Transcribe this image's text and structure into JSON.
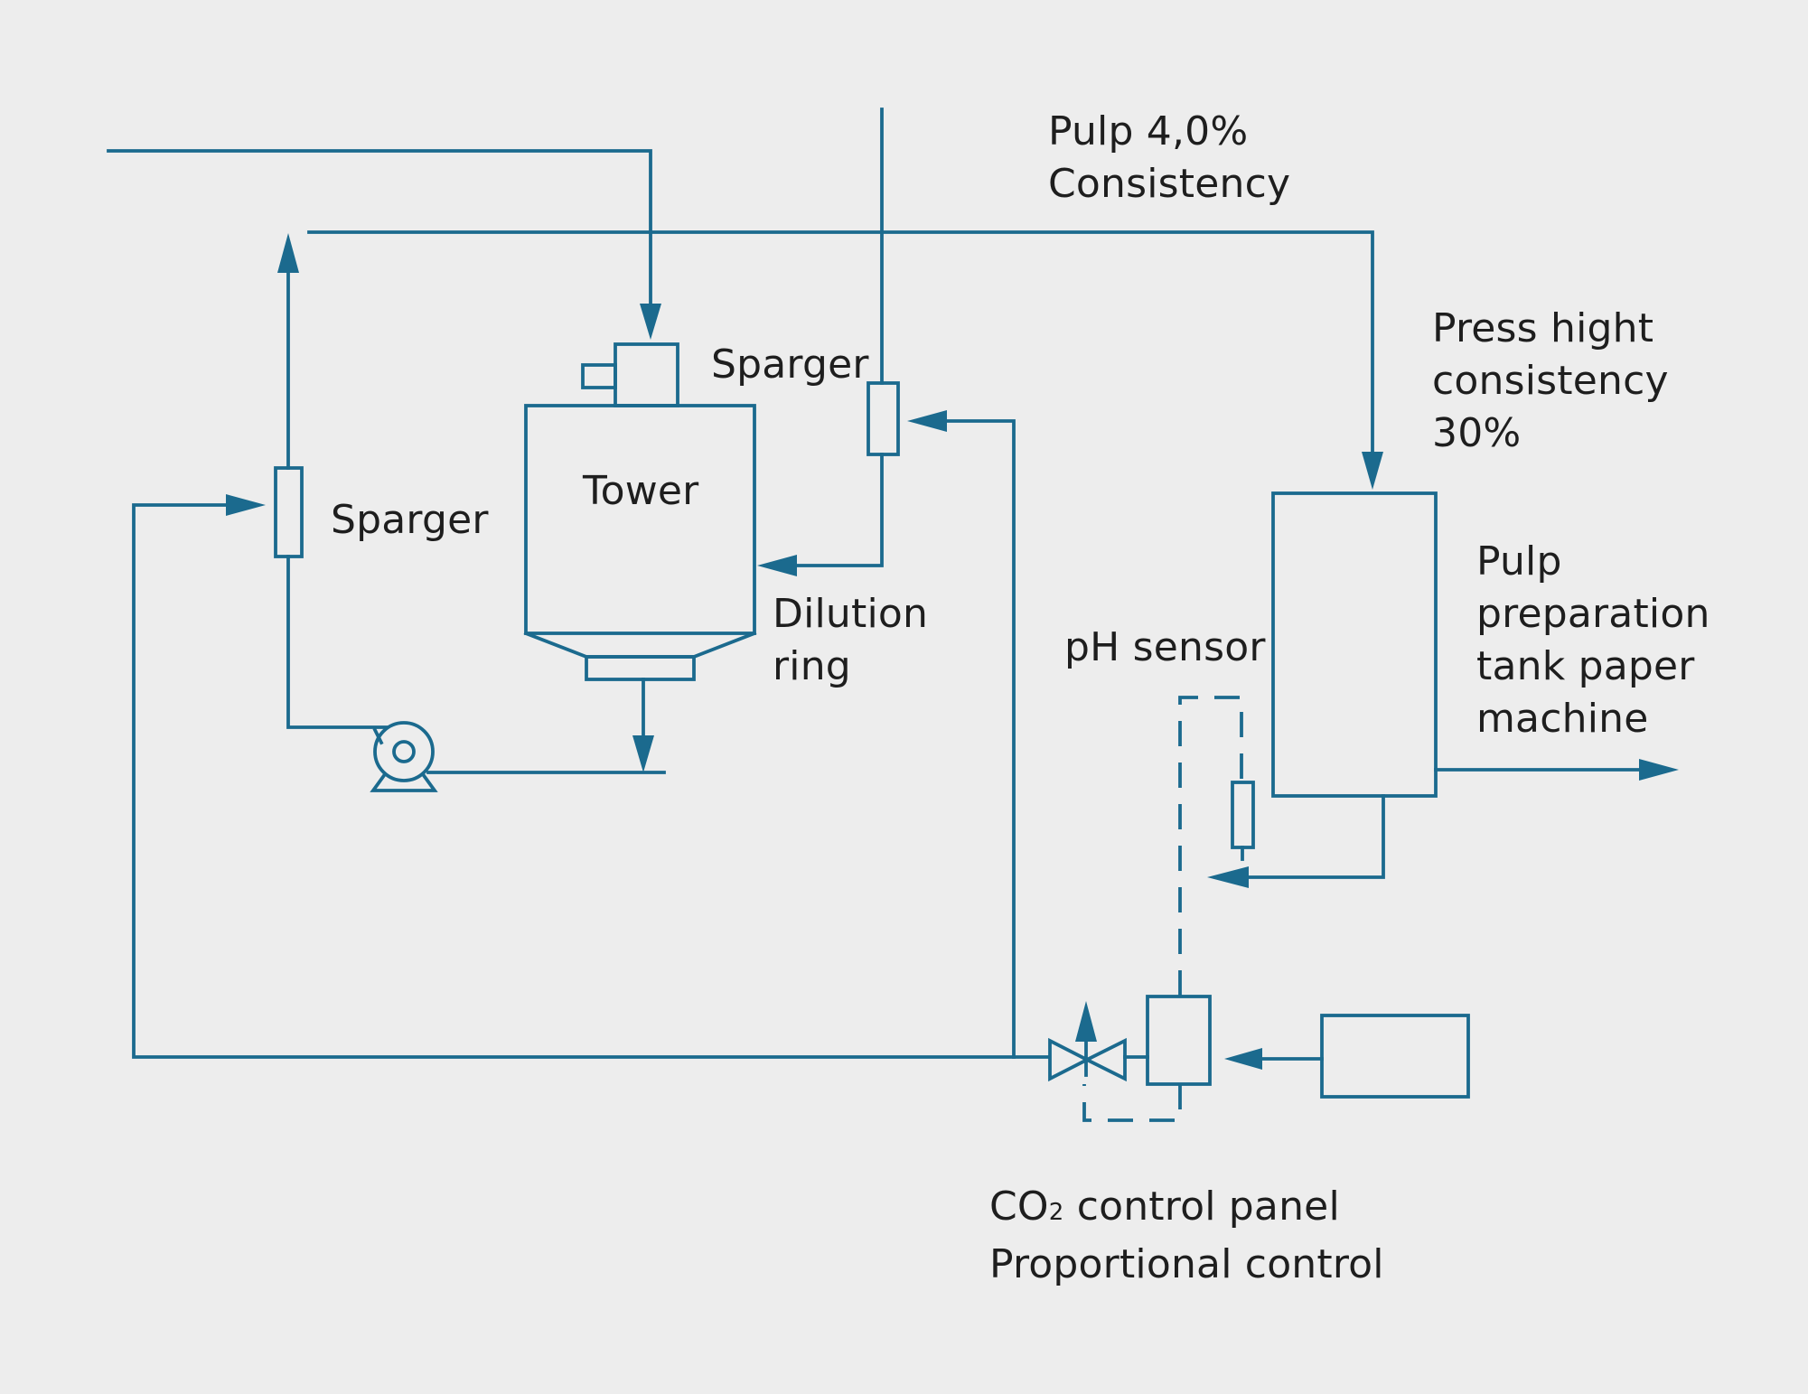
{
  "colors": {
    "line": "#1b6a8e",
    "background": "#ededed",
    "text": "#1e1e1e"
  },
  "labels": {
    "pulp_in_line1": "Pulp 4,0%",
    "pulp_in_line2": "Consistency",
    "sparger_top": "Sparger",
    "sparger_left": "Sparger",
    "tower": "Tower",
    "dilution_line1": "Dilution",
    "dilution_line2": "ring",
    "press_line1": "Press hight",
    "press_line2": "consistency",
    "press_line3": "30%",
    "tank_line1": "Pulp",
    "tank_line2": "preparation",
    "tank_line3": "tank paper",
    "tank_line4": "machine",
    "ph_sensor": "pH sensor",
    "co2_prefix": "CO",
    "co2_sub": "2",
    "co2_rest": " control panel",
    "proportional": "Proportional control"
  }
}
